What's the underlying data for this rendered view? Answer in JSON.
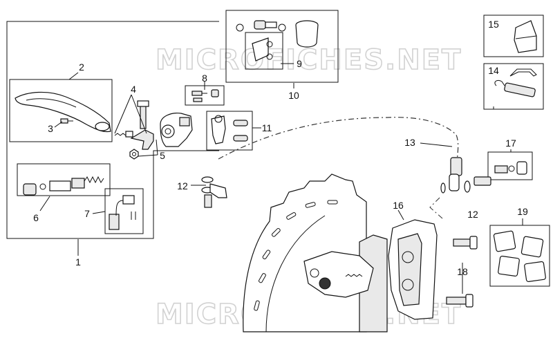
{
  "watermark": {
    "text": "MICROFICHES.NET"
  },
  "callouts": {
    "c1": "1",
    "c2": "2",
    "c3": "3",
    "c4": "4",
    "c5": "5",
    "c6": "6",
    "c7": "7",
    "c8": "8",
    "c9": "9",
    "c10": "10",
    "c11": "11",
    "c12a": "12",
    "c12b": "12",
    "c13": "13",
    "c14": "14",
    "c15": "15",
    "c16": "16",
    "c17": "17",
    "c18": "18",
    "c19": "19"
  }
}
